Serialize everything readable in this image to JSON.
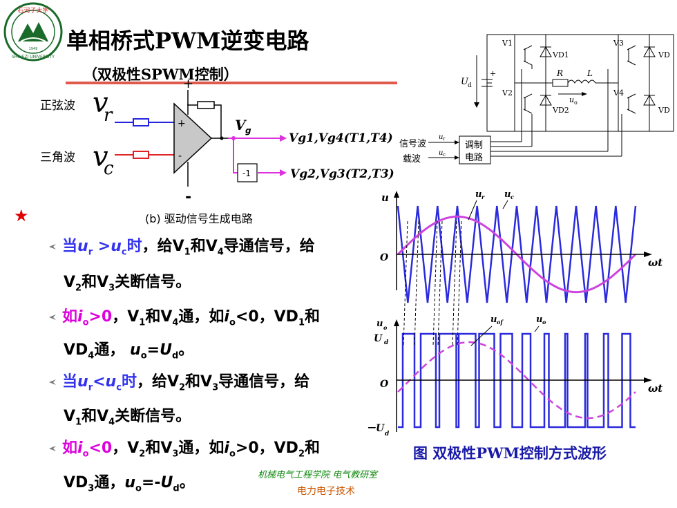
{
  "logo": {
    "text": "石河子大学",
    "sub": "SHIHEZI UNIVERSITY",
    "year": "1949"
  },
  "header": {
    "title": "单相桥式PWM逆变电路",
    "subtitle": "（双极性SPWM控制）"
  },
  "driver": {
    "sine_label": "正弦波",
    "tri_label": "三角波",
    "vr": "v",
    "vr_sub": "r",
    "vc": "v",
    "vc_sub": "c",
    "plus_top": "+",
    "minus_bottom": "-",
    "in_plus": "+",
    "in_minus": "-",
    "vg": "V",
    "vg_sub": "g",
    "out1": "Vg1,Vg4(T1,T4)",
    "out2": "Vg2,Vg3(T2,T3)",
    "inv": "-1",
    "caption": "(b) 驱动信号生成电路"
  },
  "circuit": {
    "ud": "U",
    "ud_sub": "d",
    "v1": "V1",
    "v2": "V2",
    "v3": "V3",
    "v4": "V4",
    "vd1": "VD1",
    "vd2": "VD2",
    "vd3": "VD",
    "vd4": "VD",
    "r": "R",
    "l": "L",
    "uo": "u",
    "uo_sub": "o",
    "signal": "信号波",
    "carrier": "载波",
    "ur": "u",
    "ur_sub": "r",
    "uc": "u",
    "uc_sub": "c",
    "mod1": "调制",
    "mod2": "电路",
    "plus": "+"
  },
  "bullets": [
    {
      "a": "当",
      "b": "u",
      "b_sub": "r",
      "c": " >",
      "d": "u",
      "d_sub": "c",
      "e": "时",
      "f": "，给V",
      "f1": "1",
      "g": "和V",
      "g1": "4",
      "h": "导通信号，给"
    },
    {
      "a": "V",
      "a1": "2",
      "b": "和V",
      "b1": "3",
      "c": "关断信号。"
    },
    {
      "a": "如",
      "b": "i",
      "b_sub": "o",
      "c": ">0",
      "d": "，V",
      "d1": "1",
      "e": "和V",
      "e1": "4",
      "f": "通，如",
      "g": "i",
      "g_sub": "o",
      "h": "<0，VD",
      "h1": "1",
      "i": "和"
    },
    {
      "a": "VD",
      "a1": "4",
      "b": "通，  ",
      "c": "u",
      "c_sub": "o",
      "d": "=",
      "e": "U",
      "e_sub": "d",
      "f": "。"
    },
    {
      "a": "当",
      "b": "u",
      "b_sub": "r",
      "c": "<",
      "d": "u",
      "d_sub": "c",
      "e": "时",
      "f": "，给V",
      "f1": "2",
      "g": "和V",
      "g1": "3",
      "h": "导通信号，给"
    },
    {
      "a": "V",
      "a1": "1",
      "b": "和V",
      "b1": "4",
      "c": "关断信号。"
    },
    {
      "a": "如",
      "b": "i",
      "b_sub": "o",
      "c": "<0",
      "d": "，V",
      "d1": "2",
      "e": "和V",
      "e1": "3",
      "f": "通，如",
      "g": "i",
      "g_sub": "o",
      "h": ">0，VD",
      "h1": "2",
      "i": "和"
    },
    {
      "a": "VD",
      "a1": "3",
      "b": "通，",
      "c": "u",
      "c_sub": "o",
      "d": "=-",
      "e": "U",
      "e_sub": "d",
      "f": "。"
    }
  ],
  "waveform": {
    "u_axis": "u",
    "o1": "O",
    "wt1": "ωt",
    "ur": "u",
    "ur_sub": "r",
    "uc": "u",
    "uc_sub": "c",
    "uo_axis": "u",
    "uo_axis_sub": "o",
    "ud": "U",
    "ud_sub": "d",
    "o2": "O",
    "wt2": "ωt",
    "neg_ud": "－U",
    "neg_ud_sub": "d",
    "uof": "u",
    "uof_sub": "of",
    "uo": "u",
    "uo_sub": "o",
    "caption": "图 双极性PWM控制方式波形",
    "colors": {
      "carrier": "#2b2bdd",
      "sine": "#cc44dd",
      "pulse": "#2b2bdd"
    }
  },
  "footer": {
    "line1": "机械电气工程学院 电气教研室",
    "line2": "电力电子技术"
  }
}
